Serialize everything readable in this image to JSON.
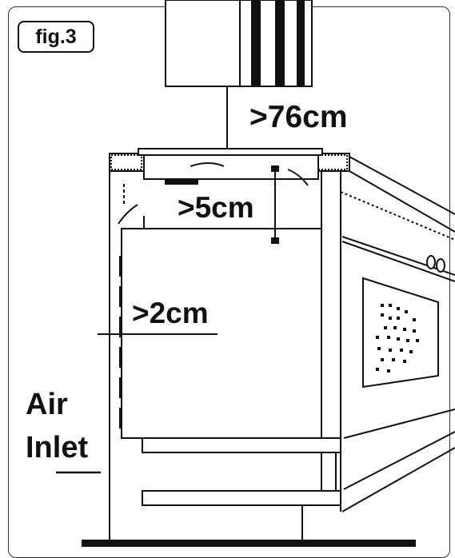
{
  "figure": {
    "label": "fig.3"
  },
  "dimensions": {
    "hood_clearance": ">76cm",
    "top_clearance": ">5cm",
    "side_clearance": ">2cm"
  },
  "callouts": {
    "air_inlet_line1": "Air",
    "air_inlet_line2": "Inlet"
  },
  "colors": {
    "line": "#111111",
    "background": "#ffffff"
  }
}
